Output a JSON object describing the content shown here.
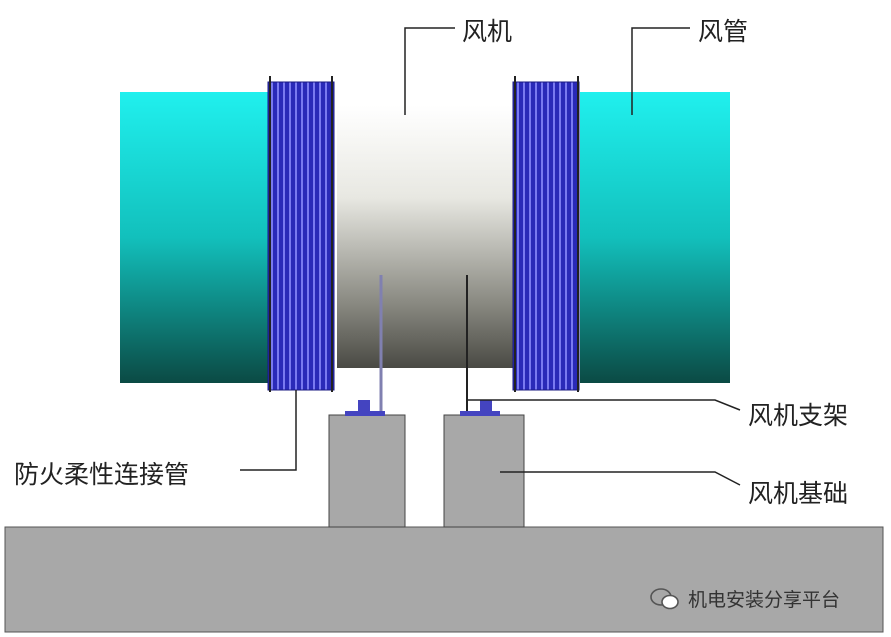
{
  "labels": {
    "fan": "风机",
    "duct": "风管",
    "fan_support": "风机支架",
    "fan_foundation": "风机基础",
    "fireproof_flexible_connector": "防火柔性连接管"
  },
  "watermark": {
    "text": "机电安装分享平台",
    "icon": "wechat-icon"
  },
  "colors": {
    "duct_top": "#20f0ee",
    "duct_bottom": "#0b4a44",
    "bellows": "#3a3ad0",
    "base": "#a8a8a8"
  }
}
